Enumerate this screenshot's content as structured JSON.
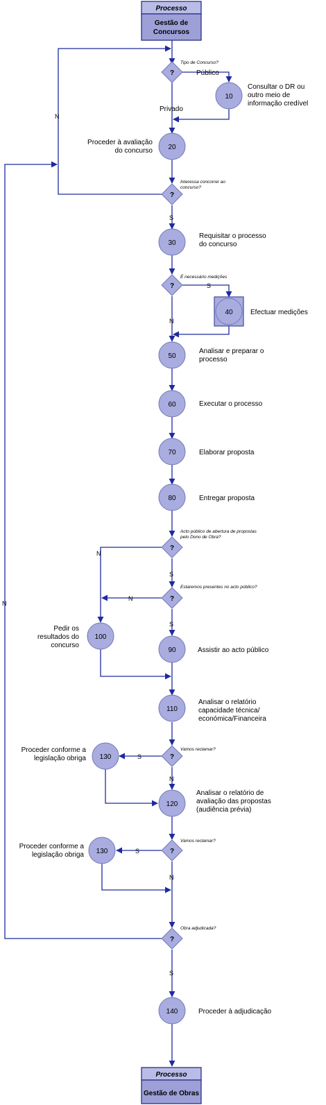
{
  "start_process": {
    "header": "Processo",
    "name_lines": [
      "Gestão de",
      "Concursos"
    ]
  },
  "end_process": {
    "header": "Processo",
    "name": "Gestão de Obras"
  },
  "decisions": [
    {
      "id": "d_tipo",
      "question_lines": [
        "Tipo de Concurso?"
      ]
    },
    {
      "id": "d_interessa",
      "question_lines": [
        "Interessa concorrer ao",
        "concurso?"
      ]
    },
    {
      "id": "d_medicoes",
      "question_lines": [
        "É necessário medições"
      ]
    },
    {
      "id": "d_acto",
      "question_lines": [
        "Acto público de abertura de propostas",
        "pelo Dono de Obra?"
      ]
    },
    {
      "id": "d_presentes",
      "question_lines": [
        "Estaremos presentes no acto público?"
      ]
    },
    {
      "id": "d_reclamar1",
      "question_lines": [
        "Vamos reclamar?"
      ]
    },
    {
      "id": "d_reclamar2",
      "question_lines": [
        "Vamos reclamar?"
      ]
    },
    {
      "id": "d_obra",
      "question_lines": [
        "Obra adjudicada?"
      ]
    }
  ],
  "decision_symbol": "?",
  "activities": [
    {
      "id": "a10",
      "number": "10",
      "label_lines": [
        "Consultar o DR ou",
        "outro meio de",
        "informação credível"
      ]
    },
    {
      "id": "a20",
      "number": "20",
      "label_lines": [
        "Proceder à avaliação",
        "do concurso"
      ]
    },
    {
      "id": "a30",
      "number": "30",
      "label_lines": [
        "Requisitar o processo",
        "do concurso"
      ]
    },
    {
      "id": "a40",
      "number": "40",
      "label_lines": [
        "Efectuar medições"
      ]
    },
    {
      "id": "a50",
      "number": "50",
      "label_lines": [
        "Analisar e preparar o",
        "processo"
      ]
    },
    {
      "id": "a60",
      "number": "60",
      "label_lines": [
        "Executar o processo"
      ]
    },
    {
      "id": "a70",
      "number": "70",
      "label_lines": [
        "Elaborar proposta"
      ]
    },
    {
      "id": "a80",
      "number": "80",
      "label_lines": [
        "Entregar proposta"
      ]
    },
    {
      "id": "a100",
      "number": "100",
      "label_lines": [
        "Pedir os",
        "resultados do",
        "concurso"
      ]
    },
    {
      "id": "a90",
      "number": "90",
      "label_lines": [
        "Assistir ao acto público"
      ]
    },
    {
      "id": "a110",
      "number": "110",
      "label_lines": [
        "Analisar o relatório",
        "capacidade técnica/",
        "económica/Financeira"
      ]
    },
    {
      "id": "a130a",
      "number": "130",
      "label_lines": [
        "Proceder conforme a",
        "legislação obriga"
      ]
    },
    {
      "id": "a120",
      "number": "120",
      "label_lines": [
        "Analisar o relatório de",
        "avaliação das propostas",
        "(audiência prévia)"
      ]
    },
    {
      "id": "a130b",
      "number": "130",
      "label_lines": [
        "Proceder conforme a",
        "legislação obriga"
      ]
    },
    {
      "id": "a140",
      "number": "140",
      "label_lines": [
        "Proceder à adjudicação"
      ]
    }
  ],
  "edge_labels": {
    "publico": "Público",
    "privado": "Privado",
    "yes": "S",
    "no": "N"
  },
  "colors": {
    "line": "#1f2a9e",
    "node_fill": "#a8acdf",
    "node_stroke": "#7478b8",
    "process_header_fill": "#b9bce6",
    "process_body_fill": "#9ca0d6",
    "process_stroke": "#2b2f86"
  }
}
